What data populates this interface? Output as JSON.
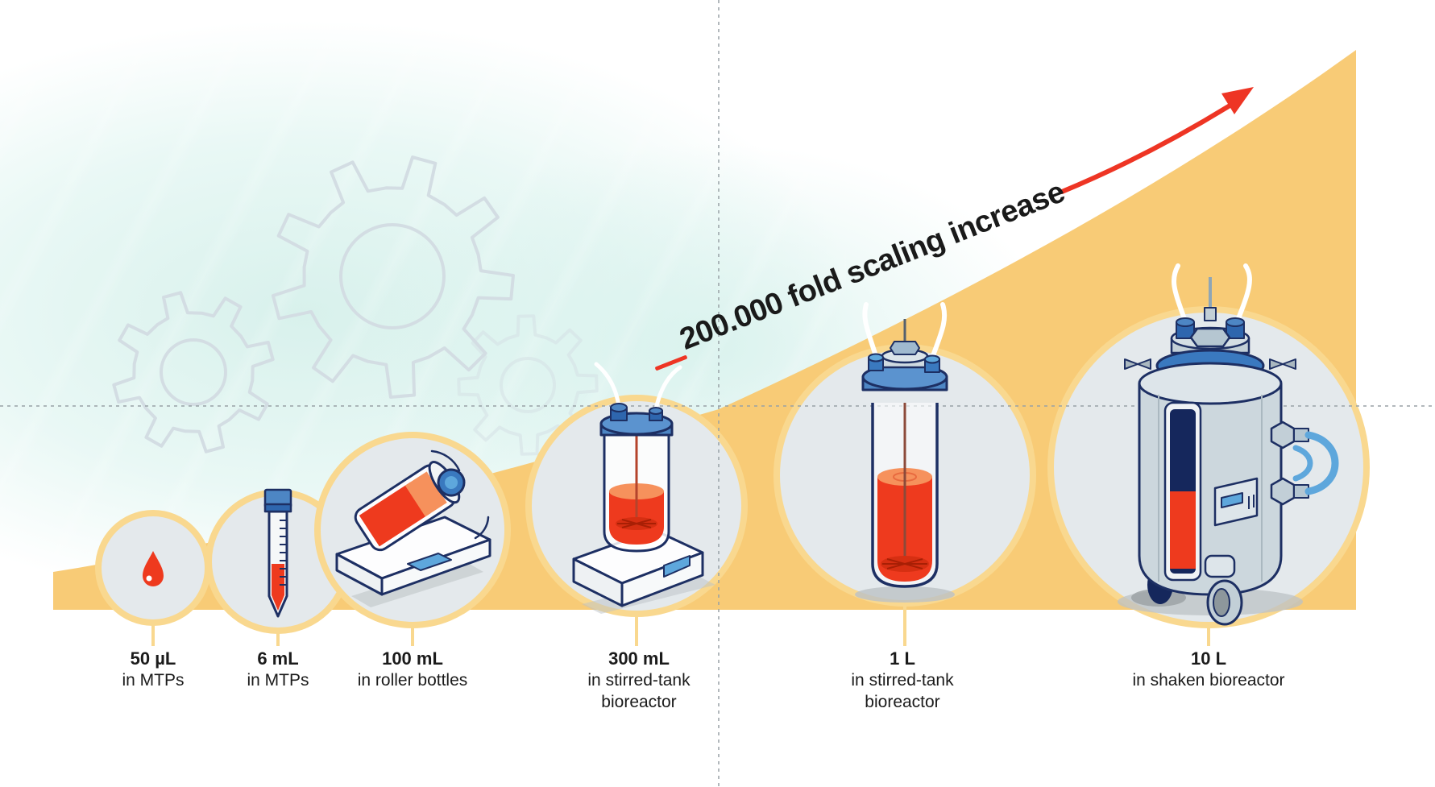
{
  "title": {
    "text": "200.000 fold scaling increase"
  },
  "stages": [
    {
      "volume": "50 µL",
      "lines": [
        "in MTPs"
      ],
      "icon": "droplet-icon"
    },
    {
      "volume": "6 mL",
      "lines": [
        "in MTPs"
      ],
      "icon": "falcon-tube-icon"
    },
    {
      "volume": "100 mL",
      "lines": [
        "in roller bottles"
      ],
      "icon": "roller-bottle-icon"
    },
    {
      "volume": "300 mL",
      "lines": [
        "in stirred-tank",
        "bioreactor"
      ],
      "icon": "stirred-tank-small-icon"
    },
    {
      "volume": "1 L",
      "lines": [
        "in stirred-tank",
        "bioreactor"
      ],
      "icon": "stirred-tank-large-icon"
    },
    {
      "volume": "10 L",
      "lines": [
        "in shaken bioreactor"
      ],
      "icon": "shaken-bioreactor-icon"
    }
  ],
  "colors": {
    "wedge": "#f8cb76",
    "circle_ring": "#f9d88f",
    "circle_fill": "#e4e9ec",
    "accent_red": "#ee3524",
    "red": "#ee3a1e",
    "orange_light": "#f6915c",
    "navy": "#1d2f63",
    "blue_mid": "#4d86c4",
    "blue_dark": "#2e66ae",
    "blue_light": "#5ea7dc",
    "steel_light": "#ccd7dd",
    "steel_pale": "#dde5ea",
    "window_navy": "#15275c",
    "gear": "#d3dde3",
    "dash_gray": "#98a1a6",
    "shadow_gray": "#bcc2c5",
    "text": "#1b1b1b",
    "teal_bg": "#dff3ef"
  }
}
